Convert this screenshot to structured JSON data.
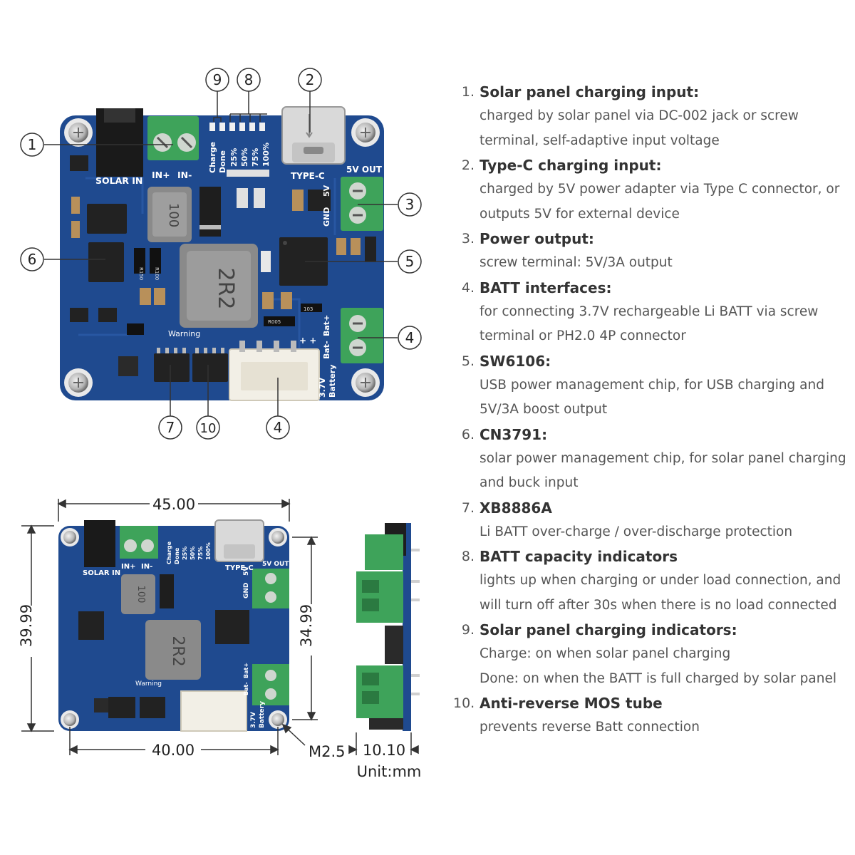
{
  "board_top": {
    "silkscreen": {
      "solar_in": "SOLAR IN",
      "in_plus": "IN+",
      "in_minus": "IN-",
      "charge": "Charge",
      "done": "Done",
      "p25": "25%",
      "p50": "50%",
      "p75": "75%",
      "p100": "100%",
      "type_c": "TYPE-C",
      "out_5v": "5V OUT",
      "gnd": "GND",
      "v5": "5V",
      "bat_minus": "Bat-",
      "bat_plus": "Bat+",
      "warning": "Warning",
      "battery": "Battery",
      "v37": "3.7V",
      "plus_plus": "+ +",
      "inductor_small": "100",
      "inductor_big": "2R2",
      "r100": "R100",
      "r150": "R150",
      "r005": "R005",
      "r103": "103"
    },
    "callouts": [
      "1",
      "2",
      "3",
      "4",
      "5",
      "6",
      "7",
      "8",
      "9",
      "10",
      "4"
    ]
  },
  "dimensions": {
    "width": "45.00",
    "height": "39.99",
    "hole_v": "34.99",
    "hole_h": "40.00",
    "screw": "M2.5",
    "thickness": "10.10",
    "unit": "Unit:mm"
  },
  "legend": [
    {
      "num": "1.",
      "title": "Solar panel charging input:",
      "lines": [
        "charged by solar panel via DC-002 jack or screw",
        "terminal, self-adaptive input voltage"
      ]
    },
    {
      "num": "2.",
      "title": "Type-C charging input:",
      "lines": [
        "charged by 5V power adapter via Type C connector, or",
        "outputs 5V for external device"
      ]
    },
    {
      "num": "3.",
      "title": "Power output:",
      "lines": [
        "screw terminal: 5V/3A output"
      ]
    },
    {
      "num": "4.",
      "title": "BATT interfaces:",
      "lines": [
        "for connecting 3.7V rechargeable Li BATT via screw",
        "terminal or PH2.0 4P connector"
      ]
    },
    {
      "num": "5.",
      "title": "SW6106:",
      "lines": [
        "USB power management chip, for USB charging and",
        "5V/3A boost output"
      ]
    },
    {
      "num": "6.",
      "title": "CN3791:",
      "lines": [
        "solar power management chip, for solar panel charging",
        "and buck input"
      ]
    },
    {
      "num": "7.",
      "title": "XB8886A",
      "lines": [
        "Li BATT over-charge / over-discharge protection"
      ]
    },
    {
      "num": "8.",
      "title": "BATT capacity indicators",
      "lines": [
        "lights up when charging or under load connection, and",
        "will turn off after 30s when there is no load connected"
      ]
    },
    {
      "num": "9.",
      "title": "Solar panel charging indicators:",
      "lines": [
        "Charge: on when solar panel charging",
        "Done: on when the BATT is full charged by solar panel"
      ]
    },
    {
      "num": "10.",
      "title": "Anti-reverse MOS tube",
      "lines": [
        "prevents reverse Batt connection"
      ]
    }
  ],
  "colors": {
    "pcb": "#1f4a8f",
    "terminal": "#3ea35a",
    "connector": "#f2efe6",
    "chip": "#222222",
    "inductor": "#8a8a8a"
  }
}
